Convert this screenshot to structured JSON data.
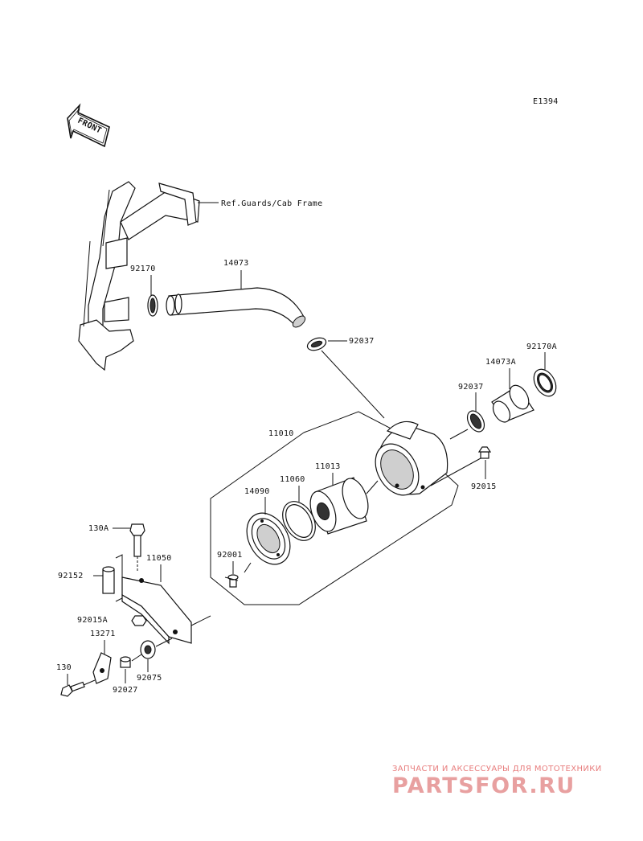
{
  "diagram_code": "E1394",
  "front_arrow_label": "FRONT",
  "reference_note": "Ref.Guards/Cab Frame",
  "parts": {
    "p92170": "92170",
    "p14073": "14073",
    "p92037_top": "92037",
    "p92170A": "92170A",
    "p14073A": "14073A",
    "p92037_right": "92037",
    "p11010": "11010",
    "p11013": "11013",
    "p11060": "11060",
    "p14090": "14090",
    "p92015": "92015",
    "p130A": "130A",
    "p11050": "11050",
    "p92001": "92001",
    "p92152": "92152",
    "p92015A": "92015A",
    "p13271": "13271",
    "p130": "130",
    "p92027": "92027",
    "p92075": "92075"
  },
  "watermark": {
    "tagline": "ЗАПЧАСТИ И АКСЕССУАРЫ ДЛЯ МОТОТЕХНИКИ",
    "logo": "PARTSFOR.RU"
  }
}
